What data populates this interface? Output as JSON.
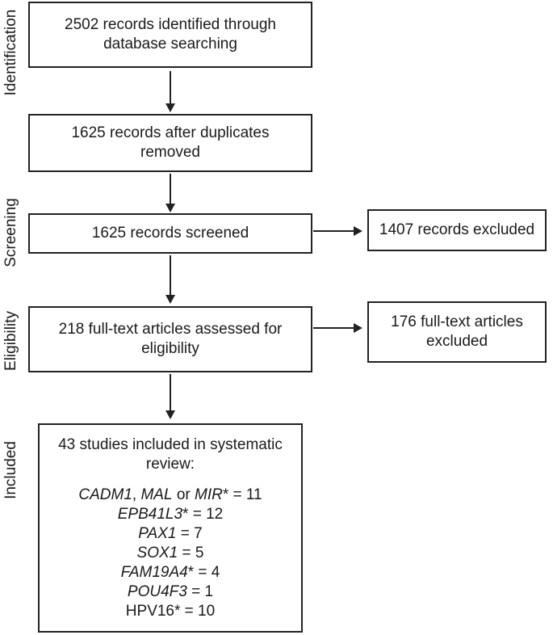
{
  "stages": {
    "identification": "Identification",
    "screening": "Screening",
    "eligibility": "Eligibility",
    "included": "Included"
  },
  "boxes": {
    "identified": [
      "2502 records identified through",
      "database searching"
    ],
    "after_duplicates": [
      "1625 records after duplicates",
      "removed"
    ],
    "screened": "1625 records screened",
    "excluded_records": "1407 records excluded",
    "assessed": [
      "218 full-text articles assessed for",
      "eligibility"
    ],
    "excluded_articles": [
      "176 full-text articles",
      "excluded"
    ],
    "included": {
      "heading": [
        "43 studies included in systematic",
        "review:"
      ],
      "results": [
        {
          "parts": [
            {
              "t": "CADM1",
              "i": true
            },
            {
              "t": ", ",
              "i": false
            },
            {
              "t": "MAL",
              "i": true
            },
            {
              "t": " or ",
              "i": false
            },
            {
              "t": "MIR",
              "i": true
            },
            {
              "t": "* = 11",
              "i": false
            }
          ]
        },
        {
          "parts": [
            {
              "t": "EPB41L3",
              "i": true
            },
            {
              "t": "* = 12",
              "i": false
            }
          ]
        },
        {
          "parts": [
            {
              "t": "PAX1",
              "i": true
            },
            {
              "t": " = 7",
              "i": false
            }
          ]
        },
        {
          "parts": [
            {
              "t": "SOX1",
              "i": true
            },
            {
              "t": " = 5",
              "i": false
            }
          ]
        },
        {
          "parts": [
            {
              "t": "FAM19A4",
              "i": true
            },
            {
              "t": "* = 4",
              "i": false
            }
          ]
        },
        {
          "parts": [
            {
              "t": "POU4F3",
              "i": true
            },
            {
              "t": " = 1",
              "i": false
            }
          ]
        },
        {
          "parts": [
            {
              "t": "HPV16* = 10",
              "i": false
            }
          ]
        }
      ]
    }
  }
}
